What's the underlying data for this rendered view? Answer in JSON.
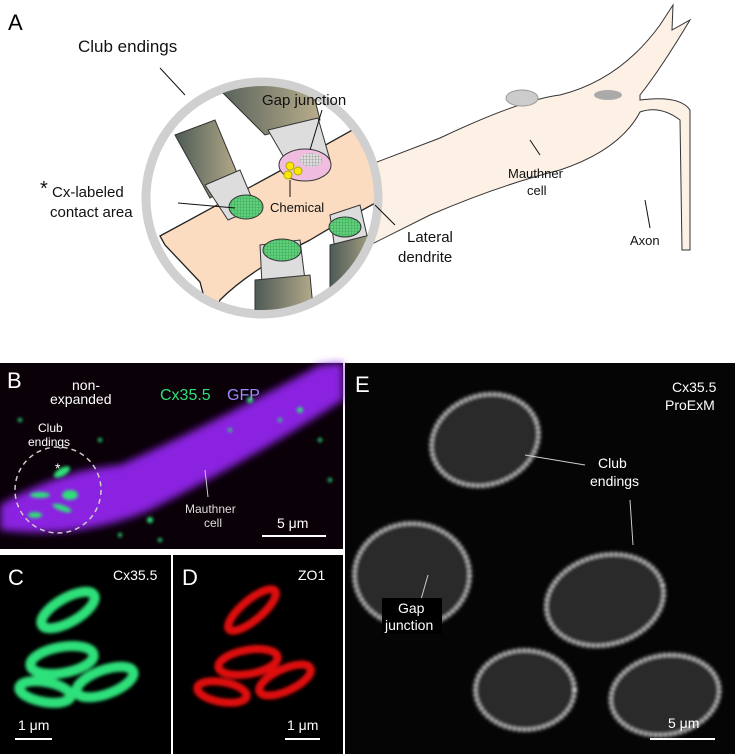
{
  "panels": {
    "a": {
      "letter": "A",
      "club_endings": "Club endings",
      "gap_junction": "Gap junction",
      "asterisk": "*",
      "cx_labeled": "Cx-labeled",
      "contact_area": "contact area",
      "chemical": "Chemical",
      "lateral": "Lateral",
      "dendrite": "dendrite",
      "mauthner": "Mauthner",
      "cell": "cell",
      "axon": "Axon"
    },
    "b": {
      "letter": "B",
      "non": "non-",
      "expanded": "expanded",
      "cx": "Cx35.5",
      "gfp": "GFP",
      "club": "Club",
      "endings": "endings",
      "asterisk": "*",
      "mauthner": "Mauthner",
      "cell": "cell",
      "scale": "5 μm"
    },
    "c": {
      "letter": "C",
      "label": "Cx35.5",
      "scale": "1 μm"
    },
    "d": {
      "letter": "D",
      "label": "ZO1",
      "scale": "1 μm"
    },
    "e": {
      "letter": "E",
      "cx": "Cx35.5",
      "proexm": "ProExM",
      "club": "Club",
      "endings": "endings",
      "gap": "Gap",
      "junction": "junction",
      "scale": "5 μm"
    }
  },
  "colors": {
    "green": "#2fe07a",
    "purple": "#8a2be2",
    "gfp_text": "#9a8cff",
    "red": "#e01010"
  }
}
